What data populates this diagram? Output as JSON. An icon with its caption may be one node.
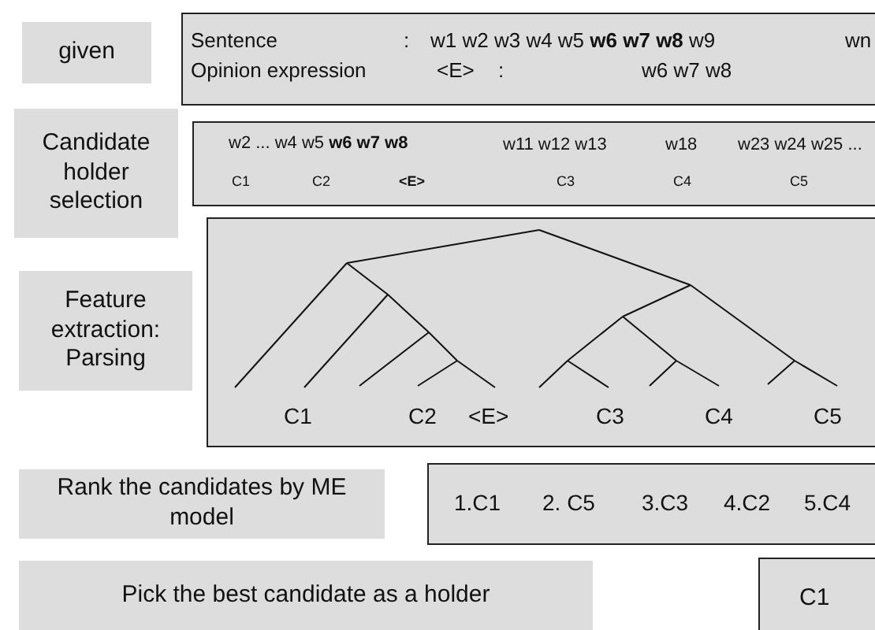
{
  "diagram": {
    "nodes": [
      {
        "text": [
          "given"
        ]
      },
      {
        "text": [
          "Sentence",
          ":",
          "w1 w2 w3 w4 w5 **w6 w7 w8** w9",
          "wn",
          "Opinion expression",
          "<E>",
          ":",
          "w6 w7 w8"
        ]
      },
      {
        "text": [
          "Candidate holder selection"
        ]
      },
      {
        "text": [
          "w2 ... w4 w5 **w6 w7 w8**",
          "w11 w12 w13",
          "w18",
          "w23 w24 w25 ...",
          "C1",
          "C2",
          "<E>",
          "C3",
          "C4",
          "C5"
        ]
      },
      {
        "text": [
          "Feature extraction: Parsing"
        ]
      },
      {
        "text": [
          "C1",
          "C2",
          "<E>",
          "C3",
          "C4",
          "C5"
        ]
      },
      {
        "text": [
          "Rank the candidates by ME model"
        ]
      },
      {
        "text": [
          "1.C1",
          "2. C5",
          "3.C3",
          "4.C2",
          "5.C4"
        ]
      },
      {
        "text": [
          "Pick the best candidate as a holder"
        ]
      },
      {
        "text": [
          "C1"
        ]
      }
    ]
  }
}
